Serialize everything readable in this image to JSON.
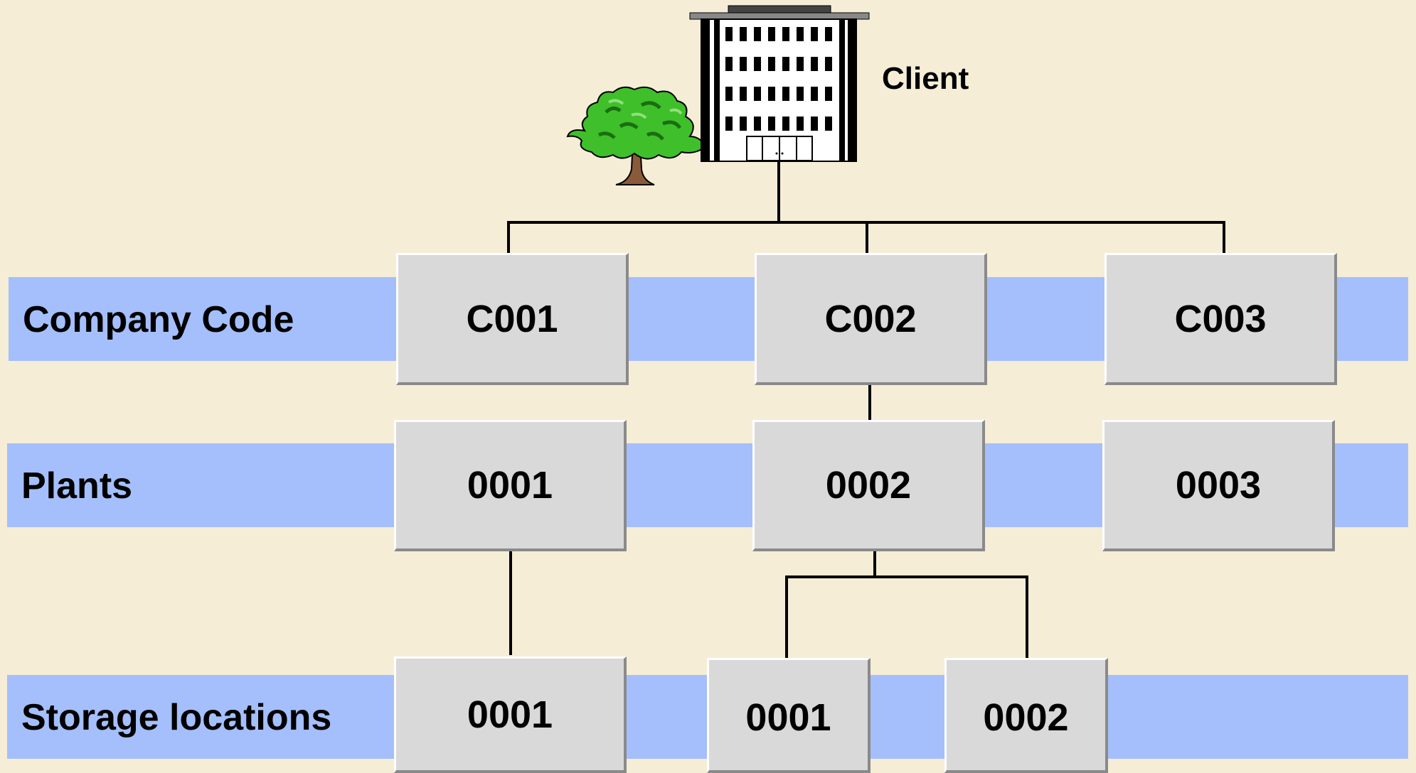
{
  "client": {
    "label": "Client"
  },
  "levels": {
    "company_code": {
      "label": "Company Code",
      "items": [
        "C001",
        "C002",
        "C003"
      ]
    },
    "plants": {
      "label": "Plants",
      "items": [
        "0001",
        "0002",
        "0003"
      ]
    },
    "storage_locations": {
      "label": "Storage locations",
      "items": [
        "0001",
        "0001",
        "0002"
      ]
    }
  },
  "colors": {
    "background": "#f5edd6",
    "band": "#a4bffb",
    "box": "#d9d9d9"
  },
  "icons": [
    "office-building-icon",
    "tree-icon"
  ]
}
